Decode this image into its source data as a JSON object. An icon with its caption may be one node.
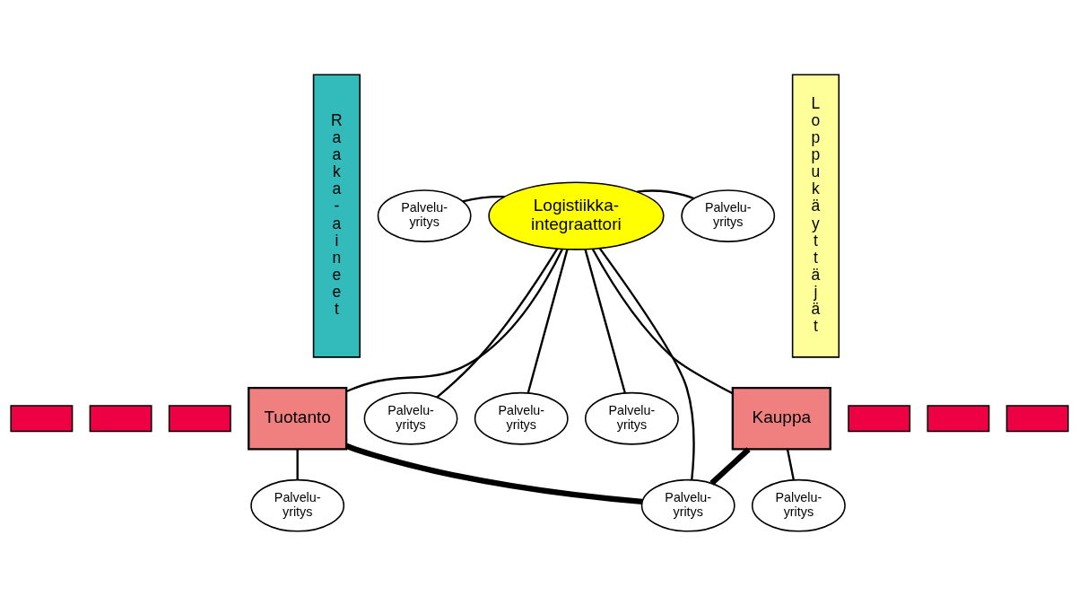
{
  "diagram": {
    "nodes": [
      {
        "text": [
          "Raaka-aineet"
        ]
      },
      {
        "text": [
          "Loppukäyttäjät"
        ]
      },
      {
        "text": [
          "Palvelu-yritys"
        ]
      },
      {
        "text": [
          "Palvelu-yritys"
        ]
      },
      {
        "text": [
          "Palvelu-yritys"
        ]
      },
      {
        "text": [
          "Palvelu-yritys"
        ]
      },
      {
        "text": [
          "Logistiikka-integraattori"
        ]
      },
      {
        "text": [
          "Palvelu-yritys"
        ]
      },
      {
        "text": [],
        "shape": "box"
      },
      {
        "text": [],
        "shape": "box"
      },
      {
        "text": [],
        "shape": "box"
      },
      {
        "text": [],
        "shape": "box"
      },
      {
        "text": [],
        "shape": "box"
      },
      {
        "text": [],
        "shape": "box"
      },
      {
        "text": [
          "Tuotanto"
        ]
      },
      {
        "text": [
          "Kauppa"
        ]
      },
      {
        "text": [
          "Palvelu-yritys"
        ]
      },
      {
        "text": [
          "Palvelu-yritys"
        ]
      },
      {
        "text": [
          "Palvelu-yritys"
        ]
      }
    ],
    "edges": [
      {
        "from": 6,
        "to": 2,
        "arrow": "none"
      },
      {
        "from": 6,
        "to": 3,
        "arrow": "none"
      },
      {
        "from": 6,
        "to": 4,
        "arrow": "none"
      },
      {
        "from": 6,
        "to": 5,
        "arrow": "none"
      },
      {
        "from": 6,
        "to": 7,
        "arrow": "none"
      },
      {
        "from": 6,
        "to": 14,
        "arrow": "none"
      },
      {
        "from": 6,
        "to": 15,
        "arrow": "none"
      },
      {
        "from": 6,
        "to": 17,
        "arrow": "none"
      },
      {
        "from": 14,
        "to": 16,
        "arrow": "none"
      },
      {
        "from": 15,
        "to": 18,
        "arrow": "none"
      },
      {
        "from": 14,
        "to": 17,
        "arrow": "none",
        "style": "thick"
      },
      {
        "from": 15,
        "to": 17,
        "arrow": "none",
        "style": "thick"
      }
    ]
  }
}
